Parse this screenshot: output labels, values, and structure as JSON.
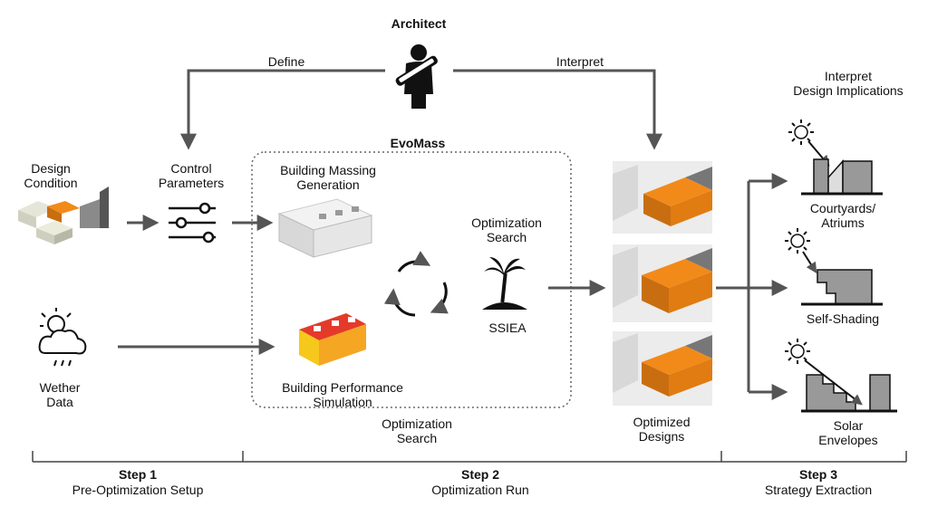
{
  "actor": {
    "label": "Architect"
  },
  "flows": {
    "define": "Define",
    "interpret": "Interpret"
  },
  "system": {
    "name": "EvoMass"
  },
  "inputs": {
    "design_condition": [
      "Design",
      "Condition"
    ],
    "control_parameters": [
      "Control",
      "Parameters"
    ],
    "weather_data": [
      "Wether",
      "Data"
    ]
  },
  "evomass": {
    "massing": [
      "Building Massing",
      "Generation"
    ],
    "simulation": [
      "Building Performance",
      "Simulation"
    ],
    "search": [
      "Optimization",
      "Search"
    ],
    "algorithm": "SSIEA"
  },
  "below_box": [
    "Optimization",
    "Search"
  ],
  "outputs": {
    "optimized": [
      "Optimized",
      "Designs"
    ]
  },
  "implications": {
    "title": [
      "Interpret",
      "Design Implications"
    ],
    "items": [
      [
        "Courtyards/",
        "Atriums"
      ],
      [
        "Self-Shading"
      ],
      [
        "Solar",
        "Envelopes"
      ]
    ]
  },
  "steps": [
    {
      "name": "Step 1",
      "desc": "Pre-Optimization Setup"
    },
    {
      "name": "Step 2",
      "desc": "Optimization Run"
    },
    {
      "name": "Step 3",
      "desc": "Strategy Extraction"
    }
  ],
  "colors": {
    "orange": "#f28a1a",
    "arrow": "#555555",
    "red": "#e53a2a",
    "yellow": "#f7c81c"
  }
}
